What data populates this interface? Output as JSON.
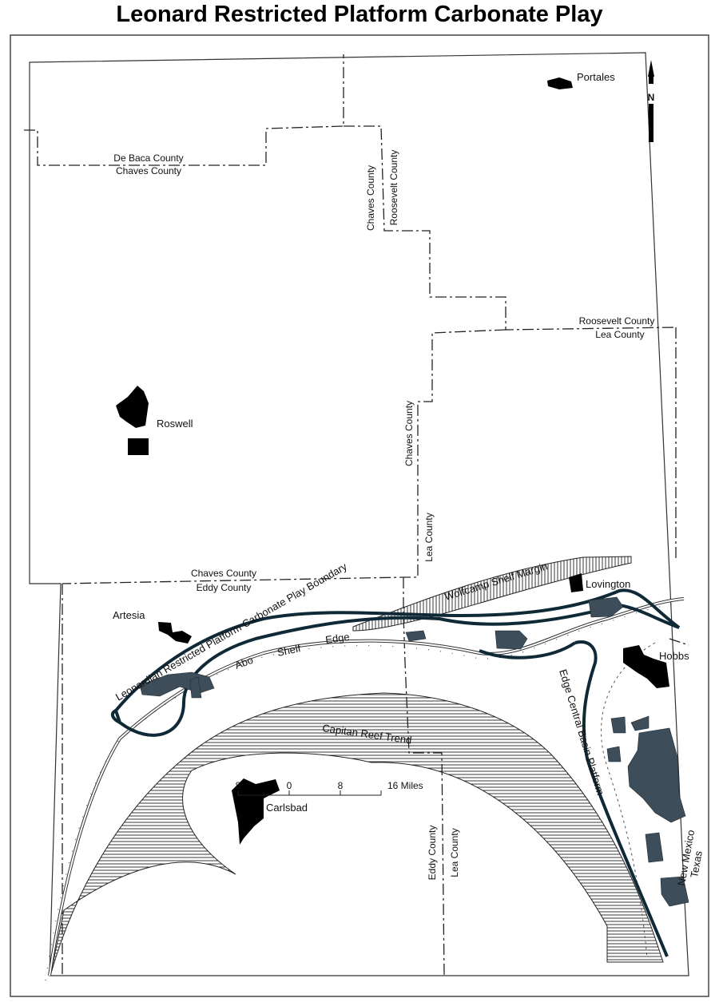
{
  "title": "Leonard Restricted Platform Carbonate Play",
  "map": {
    "county_labels": {
      "de_baca": "De Baca County",
      "chaves_1": "Chaves County",
      "chaves_v1": "Chaves County",
      "roosevelt_v": "Roosevelt County",
      "roosevelt_h": "Roosevelt County",
      "lea_h": "Lea County",
      "chaves_v2": "Chaves County",
      "lea_v1": "Lea County",
      "chaves_2": "Chaves County",
      "eddy_1": "Eddy County",
      "eddy_v": "Eddy County",
      "lea_v2": "Lea County"
    },
    "cities": {
      "portales": "Portales",
      "roswell": "Roswell",
      "artesia": "Artesia",
      "lovington": "Lovington",
      "hobbs": "Hobbs",
      "carlsbad": "Carlsbad"
    },
    "features": {
      "play_boundary": "Leonardian Restricted Platform Carbonate Play Boundary",
      "wolfcamp": "Wolfcamp Shelf Margin",
      "abo": [
        "Abo",
        "Shelf",
        "Edge"
      ],
      "capitan": "Capitan Reef Trend",
      "central_basin": "Edge Central Basin Platform"
    },
    "states": {
      "nm": "New Mexico",
      "tx": "Texas"
    },
    "north_arrow": "N",
    "scale": {
      "ticks": [
        "8",
        "0",
        "8",
        "16 Miles"
      ]
    },
    "colors": {
      "play_boundary": "#0f2a36",
      "field": "#3d4e5a",
      "city": "#000000",
      "hatch": "#222222"
    }
  }
}
